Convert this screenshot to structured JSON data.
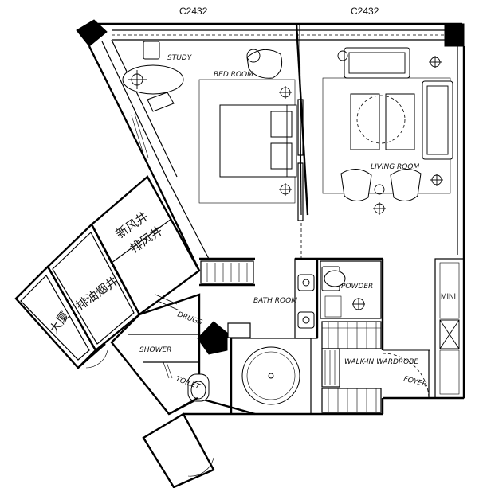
{
  "labels": {
    "window_left": "C2432",
    "window_right": "C2432",
    "study": "STUDY",
    "bedroom": "BED ROOM",
    "living_room": "LIVING ROOM",
    "bathroom": "BATH ROOM",
    "powder": "POWDER",
    "drugs": "DRUGS",
    "shower": "SHOWER",
    "toilet": "TOILET",
    "walk_in_wardrobe": "WALK-IN WARDROBE",
    "foyer": "FOYER",
    "mini": "MINI",
    "fresh_air_shaft": "新风井",
    "exhaust_shaft": "排风井",
    "smoke_shaft": "排油烟井",
    "mansion": "大厦"
  }
}
